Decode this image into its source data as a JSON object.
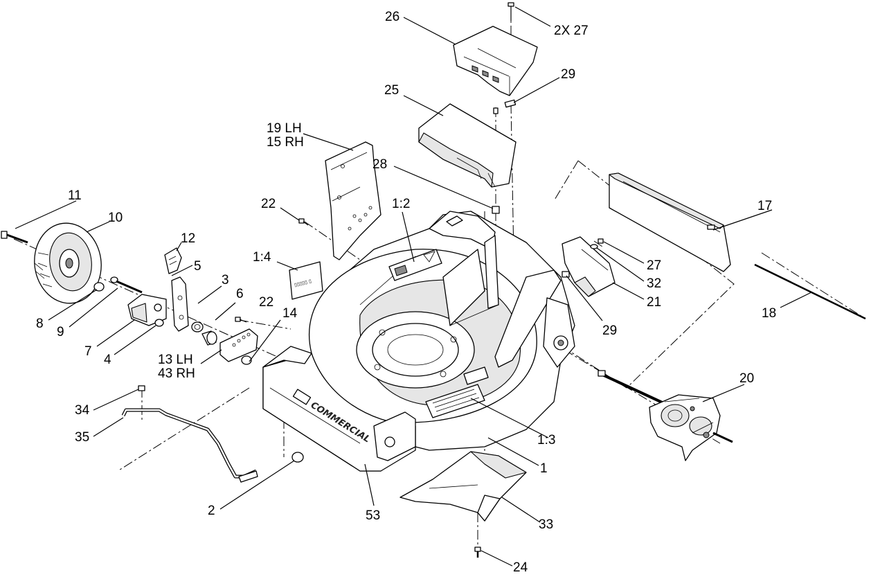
{
  "callouts": {
    "c26": "26",
    "c27x2": "2X 27",
    "c29a": "29",
    "c25": "25",
    "c19": "19 LH",
    "c15": "15 RH",
    "c28": "28",
    "c22a": "22",
    "c1_2": "1:2",
    "c17": "17",
    "c11": "11",
    "c10": "10",
    "c12": "12",
    "c1_4": "1:4",
    "c27": "27",
    "c32": "32",
    "c21": "21",
    "c5": "5",
    "c3": "3",
    "c6": "6",
    "c22b": "22",
    "c18": "18",
    "c8": "8",
    "c9": "9",
    "c14": "14",
    "c29b": "29",
    "c7": "7",
    "c4": "4",
    "c13": "13 LH",
    "c43": "43 RH",
    "c20": "20",
    "c34": "34",
    "c35": "35",
    "c1_3": "1:3",
    "c1": "1",
    "c2": "2",
    "c53": "53",
    "c33": "33",
    "c24": "24"
  },
  "markings": {
    "brand": "COMMERCIAL"
  }
}
